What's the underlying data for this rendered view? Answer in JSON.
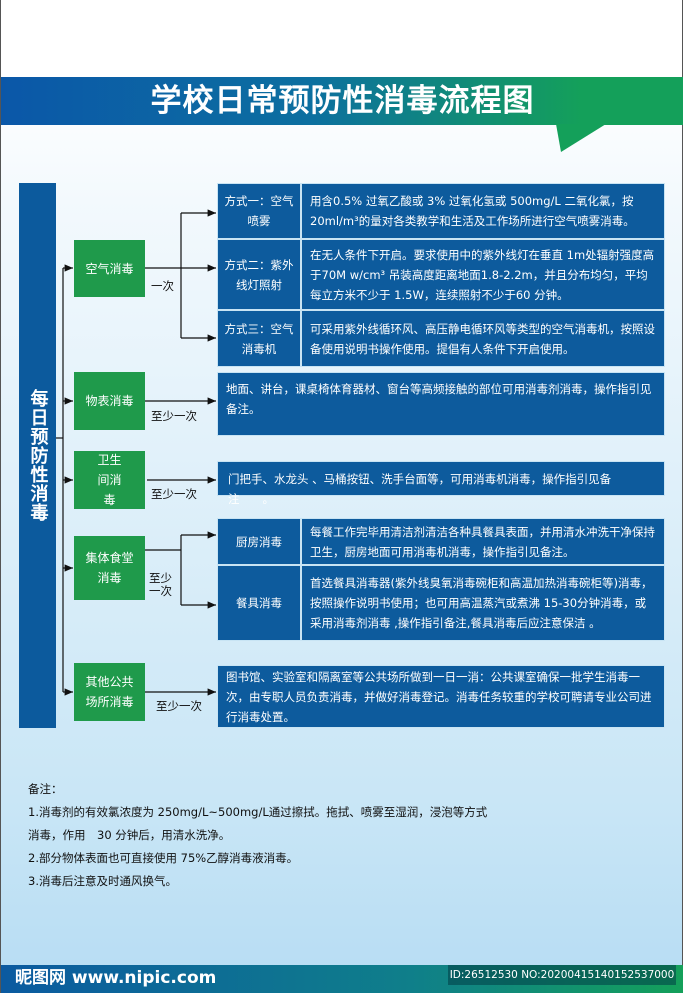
{
  "title": "学校日常预防性消毒流程图",
  "root": "每日预防性消毒",
  "categories": [
    {
      "label": "空气消毒",
      "freq": "一次"
    },
    {
      "label": "物表消毒",
      "freq": "至少一次"
    },
    {
      "label": "卫生间消毒",
      "freq": "至少一次"
    },
    {
      "label": "集体食堂消毒",
      "freq": "至少一次"
    },
    {
      "label": "其他公共场所消毒",
      "freq": "至少一次"
    }
  ],
  "air": [
    {
      "label": "方式一：空气喷雾",
      "desc": "用含0.5% 过氧乙酸或 3% 过氧化氢或 500mg/L 二氧化氯，按20ml/m³的量对各类教学和生活及工作场所进行空气喷雾消毒。"
    },
    {
      "label": "方式二：紫外线灯照射",
      "desc": "在无人条件下开启。要求使用中的紫外线灯在垂直 1m处辐射强度高于70M w/cm³ 吊装高度距离地面1.8-2.2m，并且分布均匀，平均每立方米不少于 1.5W，连续照射不少于60 分钟。"
    },
    {
      "label": "方式三：空气消毒机",
      "desc": "可采用紫外线循环风、高压静电循环风等类型的空气消毒机，按照设备使用说明书操作使用。提倡有人条件下开启使用。"
    }
  ],
  "surface": "地面、讲台，课桌椅体育器材、窗台等高频接触的部位可用消毒剂消毒，操作指引见备注。",
  "toilet": "门把手、水龙头 、马桶按钮、洗手台面等，可用消毒机消毒，操作指引见备注　　。",
  "canteen": [
    {
      "label": "厨房消毒",
      "desc": "每餐工作完毕用清洁剂清洁各种具餐具表面，并用清水冲洗干净保持卫生，厨房地面可用消毒机消毒，操作指引见备注。"
    },
    {
      "label": "餐具消毒",
      "desc": "首选餐具消毒器(紫外线臭氧消毒碗柜和高温加热消毒碗柜等)消毒，按照操作说明书使用；也可用高温蒸汽或煮沸 15-30分钟消毒，或采用消毒剂消毒 ,操作指引备注,餐具消毒后应注意保洁 。"
    }
  ],
  "public": "图书馆、实验室和隔离室等公共场所做到一日一消：公共课室确保一批学生消毒一次，由专职人员负责消毒，并做好消毒登记。消毒任务较重的学校可聘请专业公司进行消毒处置。",
  "notes": {
    "heading": "备注：",
    "lines": [
      "1.消毒剂的有效氯浓度为 250mg/L~500mg/L通过擦拭。拖拭、喷雾至湿润，浸泡等方式",
      "消毒，作用　30 分钟后，用清水洗净。",
      "2.部分物体表面也可直接使用 75%乙醇消毒液消毒。",
      "3.消毒后注意及时通风换气。"
    ]
  },
  "watermark": {
    "logo": "昵图网 www.nipic.com",
    "id": "ID:26512530 NO:20200415140152537000"
  }
}
